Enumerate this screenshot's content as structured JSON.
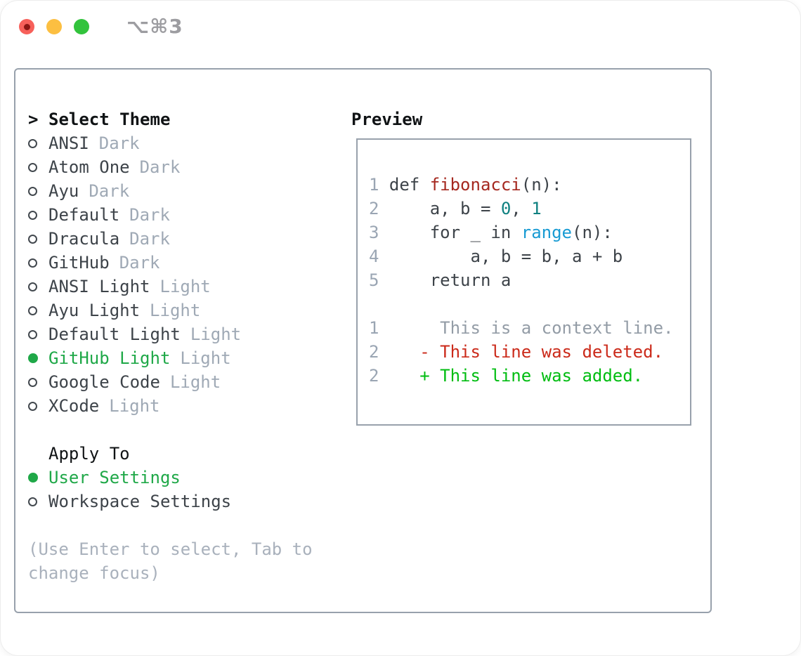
{
  "colors": {
    "accent_green": "#1fa848",
    "added_green": "#00bd11",
    "deleted_red": "#cb2a1a",
    "function_red": "#a5281f",
    "number_teal": "#0e8080",
    "builtin_blue": "#189bd3",
    "text_dark": "#3d4349",
    "context_gray": "#939ca6",
    "lineno_gray": "#9aa5b3",
    "traffic_red": "#f7605a",
    "traffic_red_dot": "#8c1613",
    "traffic_yellow": "#fcbf41",
    "traffic_green": "#32c33c"
  },
  "titlebar": {
    "shortcut": "⌥⌘3",
    "lights": [
      {
        "name": "close-button",
        "color_key": "traffic_red",
        "has_dot": true
      },
      {
        "name": "minimize-button",
        "color_key": "traffic_yellow",
        "has_dot": false
      },
      {
        "name": "zoom-button",
        "color_key": "traffic_green",
        "has_dot": false
      }
    ]
  },
  "theme_menu": {
    "prompt": ">",
    "title": "Select Theme",
    "items": [
      {
        "name": "ANSI",
        "tag": "Dark",
        "selected": false
      },
      {
        "name": "Atom One",
        "tag": "Dark",
        "selected": false
      },
      {
        "name": "Ayu",
        "tag": "Dark",
        "selected": false
      },
      {
        "name": "Default",
        "tag": "Dark",
        "selected": false
      },
      {
        "name": "Dracula",
        "tag": "Dark",
        "selected": false
      },
      {
        "name": "GitHub",
        "tag": "Dark",
        "selected": false
      },
      {
        "name": "ANSI Light",
        "tag": "Light",
        "selected": false
      },
      {
        "name": "Ayu Light",
        "tag": "Light",
        "selected": false
      },
      {
        "name": "Default Light",
        "tag": "Light",
        "selected": false
      },
      {
        "name": "GitHub Light",
        "tag": "Light",
        "selected": true
      },
      {
        "name": "Google Code",
        "tag": "Light",
        "selected": false
      },
      {
        "name": "XCode",
        "tag": "Light",
        "selected": false
      }
    ]
  },
  "apply_to": {
    "title": "Apply To",
    "options": [
      {
        "name": "User Settings",
        "selected": true
      },
      {
        "name": "Workspace Settings",
        "selected": false
      }
    ]
  },
  "hint": "(Use Enter to select, Tab to change focus)",
  "preview": {
    "title": "Preview",
    "lines": [
      {
        "num": "1",
        "segments": [
          {
            "t": " def ",
            "c": "text_dark"
          },
          {
            "t": "fibonacci",
            "c": "function_red"
          },
          {
            "t": "(n):",
            "c": "text_dark"
          }
        ]
      },
      {
        "num": "2",
        "segments": [
          {
            "t": "     a, b = ",
            "c": "text_dark"
          },
          {
            "t": "0",
            "c": "number_teal"
          },
          {
            "t": ", ",
            "c": "text_dark"
          },
          {
            "t": "1",
            "c": "number_teal"
          }
        ]
      },
      {
        "num": "3",
        "segments": [
          {
            "t": "     for _ in ",
            "c": "text_dark"
          },
          {
            "t": "range",
            "c": "builtin_blue"
          },
          {
            "t": "(n):",
            "c": "text_dark"
          }
        ]
      },
      {
        "num": "4",
        "segments": [
          {
            "t": "         a, b = b, a + b",
            "c": "text_dark"
          }
        ]
      },
      {
        "num": "5",
        "segments": [
          {
            "t": "     return a",
            "c": "text_dark"
          }
        ]
      },
      {
        "num": "",
        "segments": []
      },
      {
        "num": "1",
        "segments": [
          {
            "t": "      This is a context line.",
            "c": "context_gray"
          }
        ]
      },
      {
        "num": "2",
        "segments": [
          {
            "t": "    ",
            "c": "text_dark"
          },
          {
            "t": "- This line was deleted.",
            "c": "deleted_red"
          }
        ]
      },
      {
        "num": "2",
        "segments": [
          {
            "t": "    ",
            "c": "text_dark"
          },
          {
            "t": "+ This line was added.",
            "c": "added_green"
          }
        ]
      }
    ]
  }
}
